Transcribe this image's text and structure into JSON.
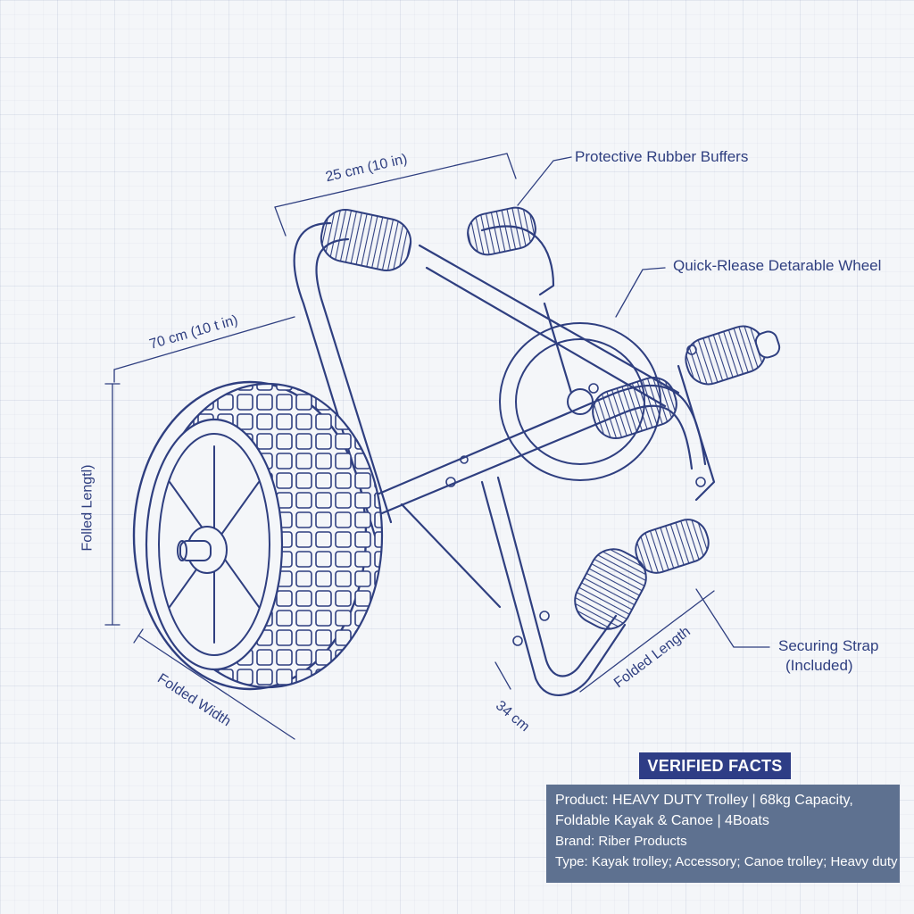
{
  "callouts": {
    "protective_buffers": "Protective Rubber Buffers",
    "quick_release_wheel": "Quick-Rlease Detarable Wheel",
    "securing_strap_line1": "Securing Strap",
    "securing_strap_line2": "(Included)"
  },
  "dimensions": {
    "top_width": "25 cm (10 in)",
    "side_length": "70 cm (10 t in)",
    "folded_length_left": "Folled Lengtl)",
    "folded_width": "Folded Width",
    "folded_length_bottom": "Folded Length",
    "bottom_measure": "34 cm"
  },
  "facts": {
    "heading": "VERIFIED FACTS",
    "product_line1": "Product: HEAVY DUTY Trolley | 68kg Capacity,",
    "product_line2": "Foldable Kayak & Canoe | 4Boats",
    "brand": "Brand: Riber Products",
    "type": "Type: Kayak trolley; Accessory; Canoe trolley; Heavy duty"
  },
  "colors": {
    "ink": "#2f3f80",
    "paper": "#f4f6f9",
    "heading_bg": "#2e3d86",
    "panel_bg": "#5e7190"
  }
}
